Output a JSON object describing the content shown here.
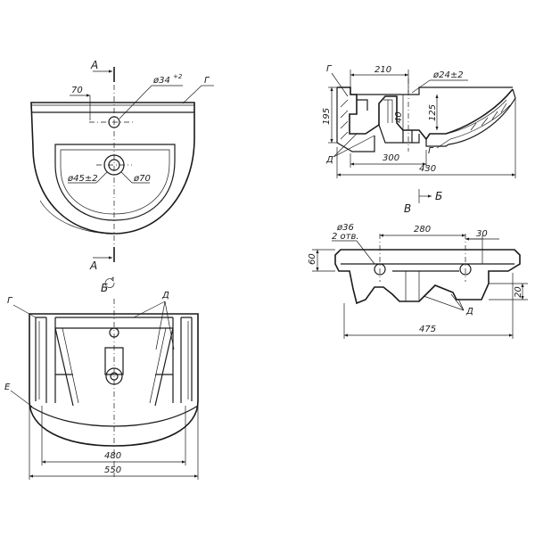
{
  "drawing": {
    "view_a_top": {
      "section_label_top": "А",
      "section_label_bottom": "А",
      "dim_70": "70",
      "dim_hole_34": "ø34",
      "dim_hole_34_tol": "+2",
      "label_g": "Г",
      "dim_drain_45": "ø45±2",
      "dim_drain_70": "ø70"
    },
    "view_b_bottom": {
      "view_label": "Б",
      "label_g": "Г",
      "label_d": "Д",
      "label_e": "Е",
      "dim_480": "480",
      "dim_550": "550"
    },
    "section_a": {
      "label_g_top": "Г",
      "label_g_bottom": "Г",
      "label_d": "Д",
      "dim_210": "210",
      "dim_24": "ø24±2",
      "dim_195": "195",
      "dim_40": "40",
      "dim_125": "125",
      "dim_300": "300",
      "dim_430": "430"
    },
    "view_v": {
      "view_label": "В",
      "arrow_label": "Б",
      "dim_36": "ø36",
      "dim_2_holes": "2 отв.",
      "dim_280": "280",
      "dim_30": "30",
      "dim_60": "60",
      "dim_20": "20",
      "dim_475": "475",
      "label_d": "Д"
    }
  }
}
